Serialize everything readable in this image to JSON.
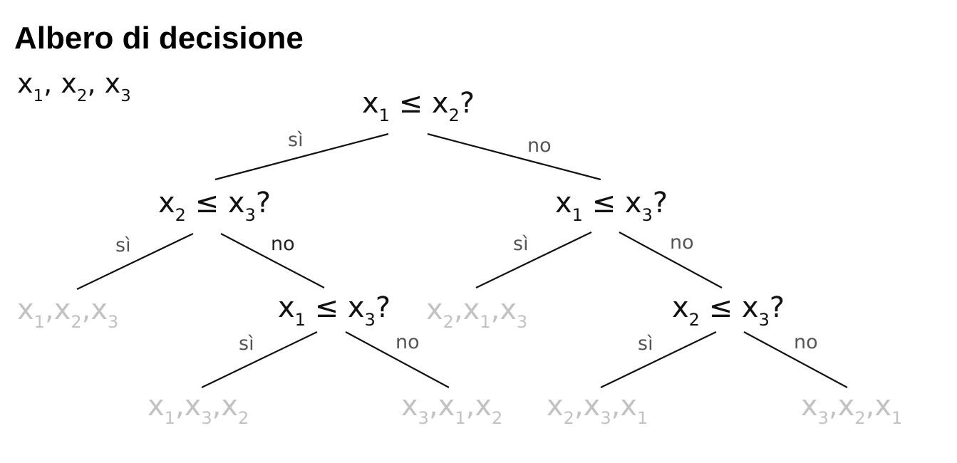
{
  "title": "Albero di decisione",
  "variables": [
    {
      "base": "x",
      "sub": "1"
    },
    {
      "base": "x",
      "sub": "2"
    },
    {
      "base": "x",
      "sub": "3"
    }
  ],
  "colors": {
    "node_text": "#111111",
    "leaf_text": "#c4c1c1",
    "edge_label": "#555555",
    "edge_line": "#111111"
  },
  "nodes": [
    {
      "id": "root",
      "a": "1",
      "b": "2",
      "symbol": "≤",
      "q": "?"
    },
    {
      "id": "L",
      "a": "2",
      "b": "3",
      "symbol": "≤",
      "q": "?"
    },
    {
      "id": "R",
      "a": "1",
      "b": "3",
      "symbol": "≤",
      "q": "?"
    },
    {
      "id": "LR",
      "a": "1",
      "b": "3",
      "symbol": "≤",
      "q": "?"
    },
    {
      "id": "RR",
      "a": "2",
      "b": "3",
      "symbol": "≤",
      "q": "?"
    }
  ],
  "leaves": [
    {
      "id": "leaf-LL",
      "order": [
        "1",
        "2",
        "3"
      ]
    },
    {
      "id": "leaf-RL",
      "order": [
        "2",
        "1",
        "3"
      ]
    },
    {
      "id": "leaf-LRL",
      "order": [
        "1",
        "3",
        "2"
      ]
    },
    {
      "id": "leaf-LRR",
      "order": [
        "3",
        "1",
        "2"
      ]
    },
    {
      "id": "leaf-RRL",
      "order": [
        "2",
        "3",
        "1"
      ]
    },
    {
      "id": "leaf-RRR",
      "order": [
        "3",
        "2",
        "1"
      ]
    }
  ],
  "edges": [
    {
      "from": "root",
      "to": "L",
      "label": "sì"
    },
    {
      "from": "root",
      "to": "R",
      "label": "no"
    },
    {
      "from": "L",
      "to": "leaf-LL",
      "label": "sì"
    },
    {
      "from": "L",
      "to": "LR",
      "label": "no"
    },
    {
      "from": "R",
      "to": "leaf-RL",
      "label": "sì"
    },
    {
      "from": "R",
      "to": "RR",
      "label": "no"
    },
    {
      "from": "LR",
      "to": "leaf-LRL",
      "label": "sì"
    },
    {
      "from": "LR",
      "to": "leaf-LRR",
      "label": "no"
    },
    {
      "from": "RR",
      "to": "leaf-RRL",
      "label": "sì"
    },
    {
      "from": "RR",
      "to": "leaf-RRR",
      "label": "no"
    }
  ]
}
